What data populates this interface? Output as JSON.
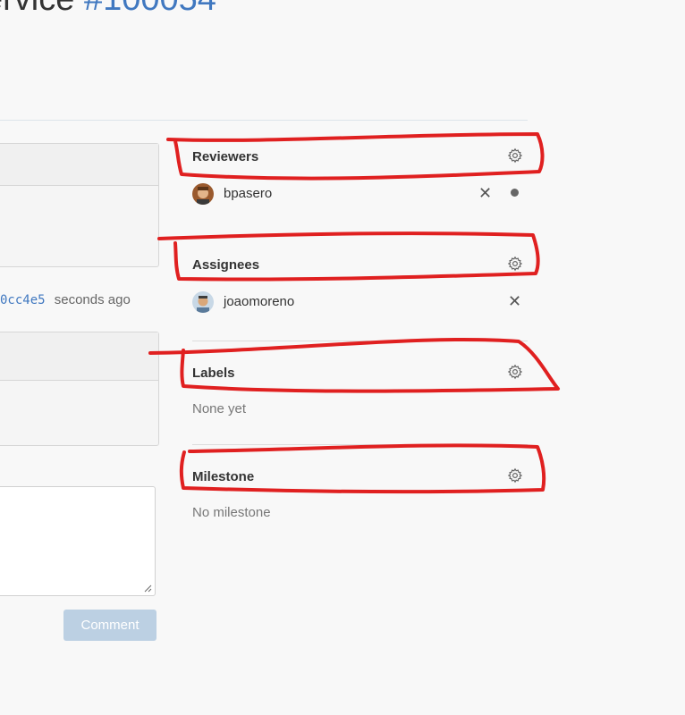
{
  "header": {
    "title_text": "ervice",
    "title_number": "#100054"
  },
  "timeline": {
    "commit_sha": "0cc4e5",
    "commit_time": "seconds ago",
    "comment_button_label": "Comment"
  },
  "sidebar": {
    "reviewers": {
      "heading": "Reviewers",
      "people": [
        {
          "name": "bpasero",
          "status": "pending"
        }
      ]
    },
    "assignees": {
      "heading": "Assignees",
      "people": [
        {
          "name": "joaomoreno"
        }
      ]
    },
    "labels": {
      "heading": "Labels",
      "empty_text": "None yet"
    },
    "milestone": {
      "heading": "Milestone",
      "empty_text": "No milestone"
    }
  },
  "icons": {
    "settings": "gear-icon",
    "remove": "close-icon",
    "status": "dot-icon"
  },
  "colors": {
    "link": "#4078c0",
    "annotation": "#e02020",
    "button_disabled": "#bcd0e3"
  }
}
